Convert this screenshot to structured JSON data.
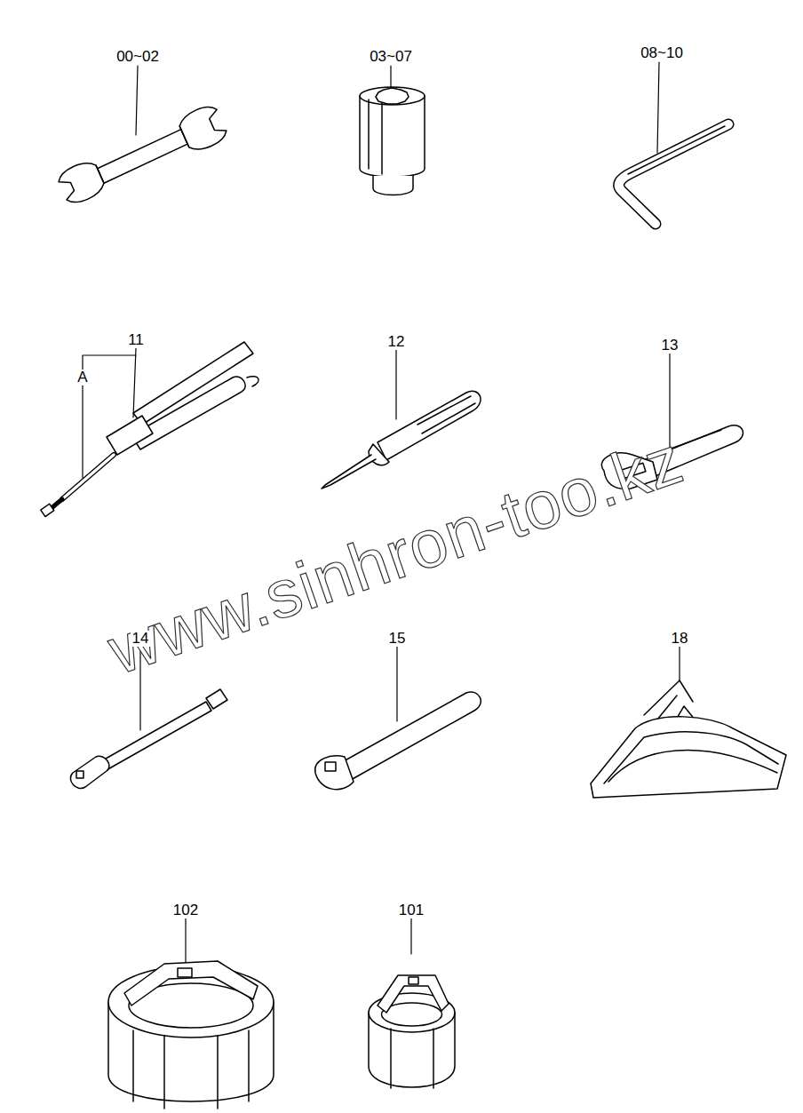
{
  "diagram": {
    "labels": [
      "00~02",
      "03~07",
      "08~10",
      "11",
      "A",
      "12",
      "13",
      "www.sinhron-too.kz",
      "14",
      "15",
      "18",
      "102",
      "101"
    ]
  }
}
